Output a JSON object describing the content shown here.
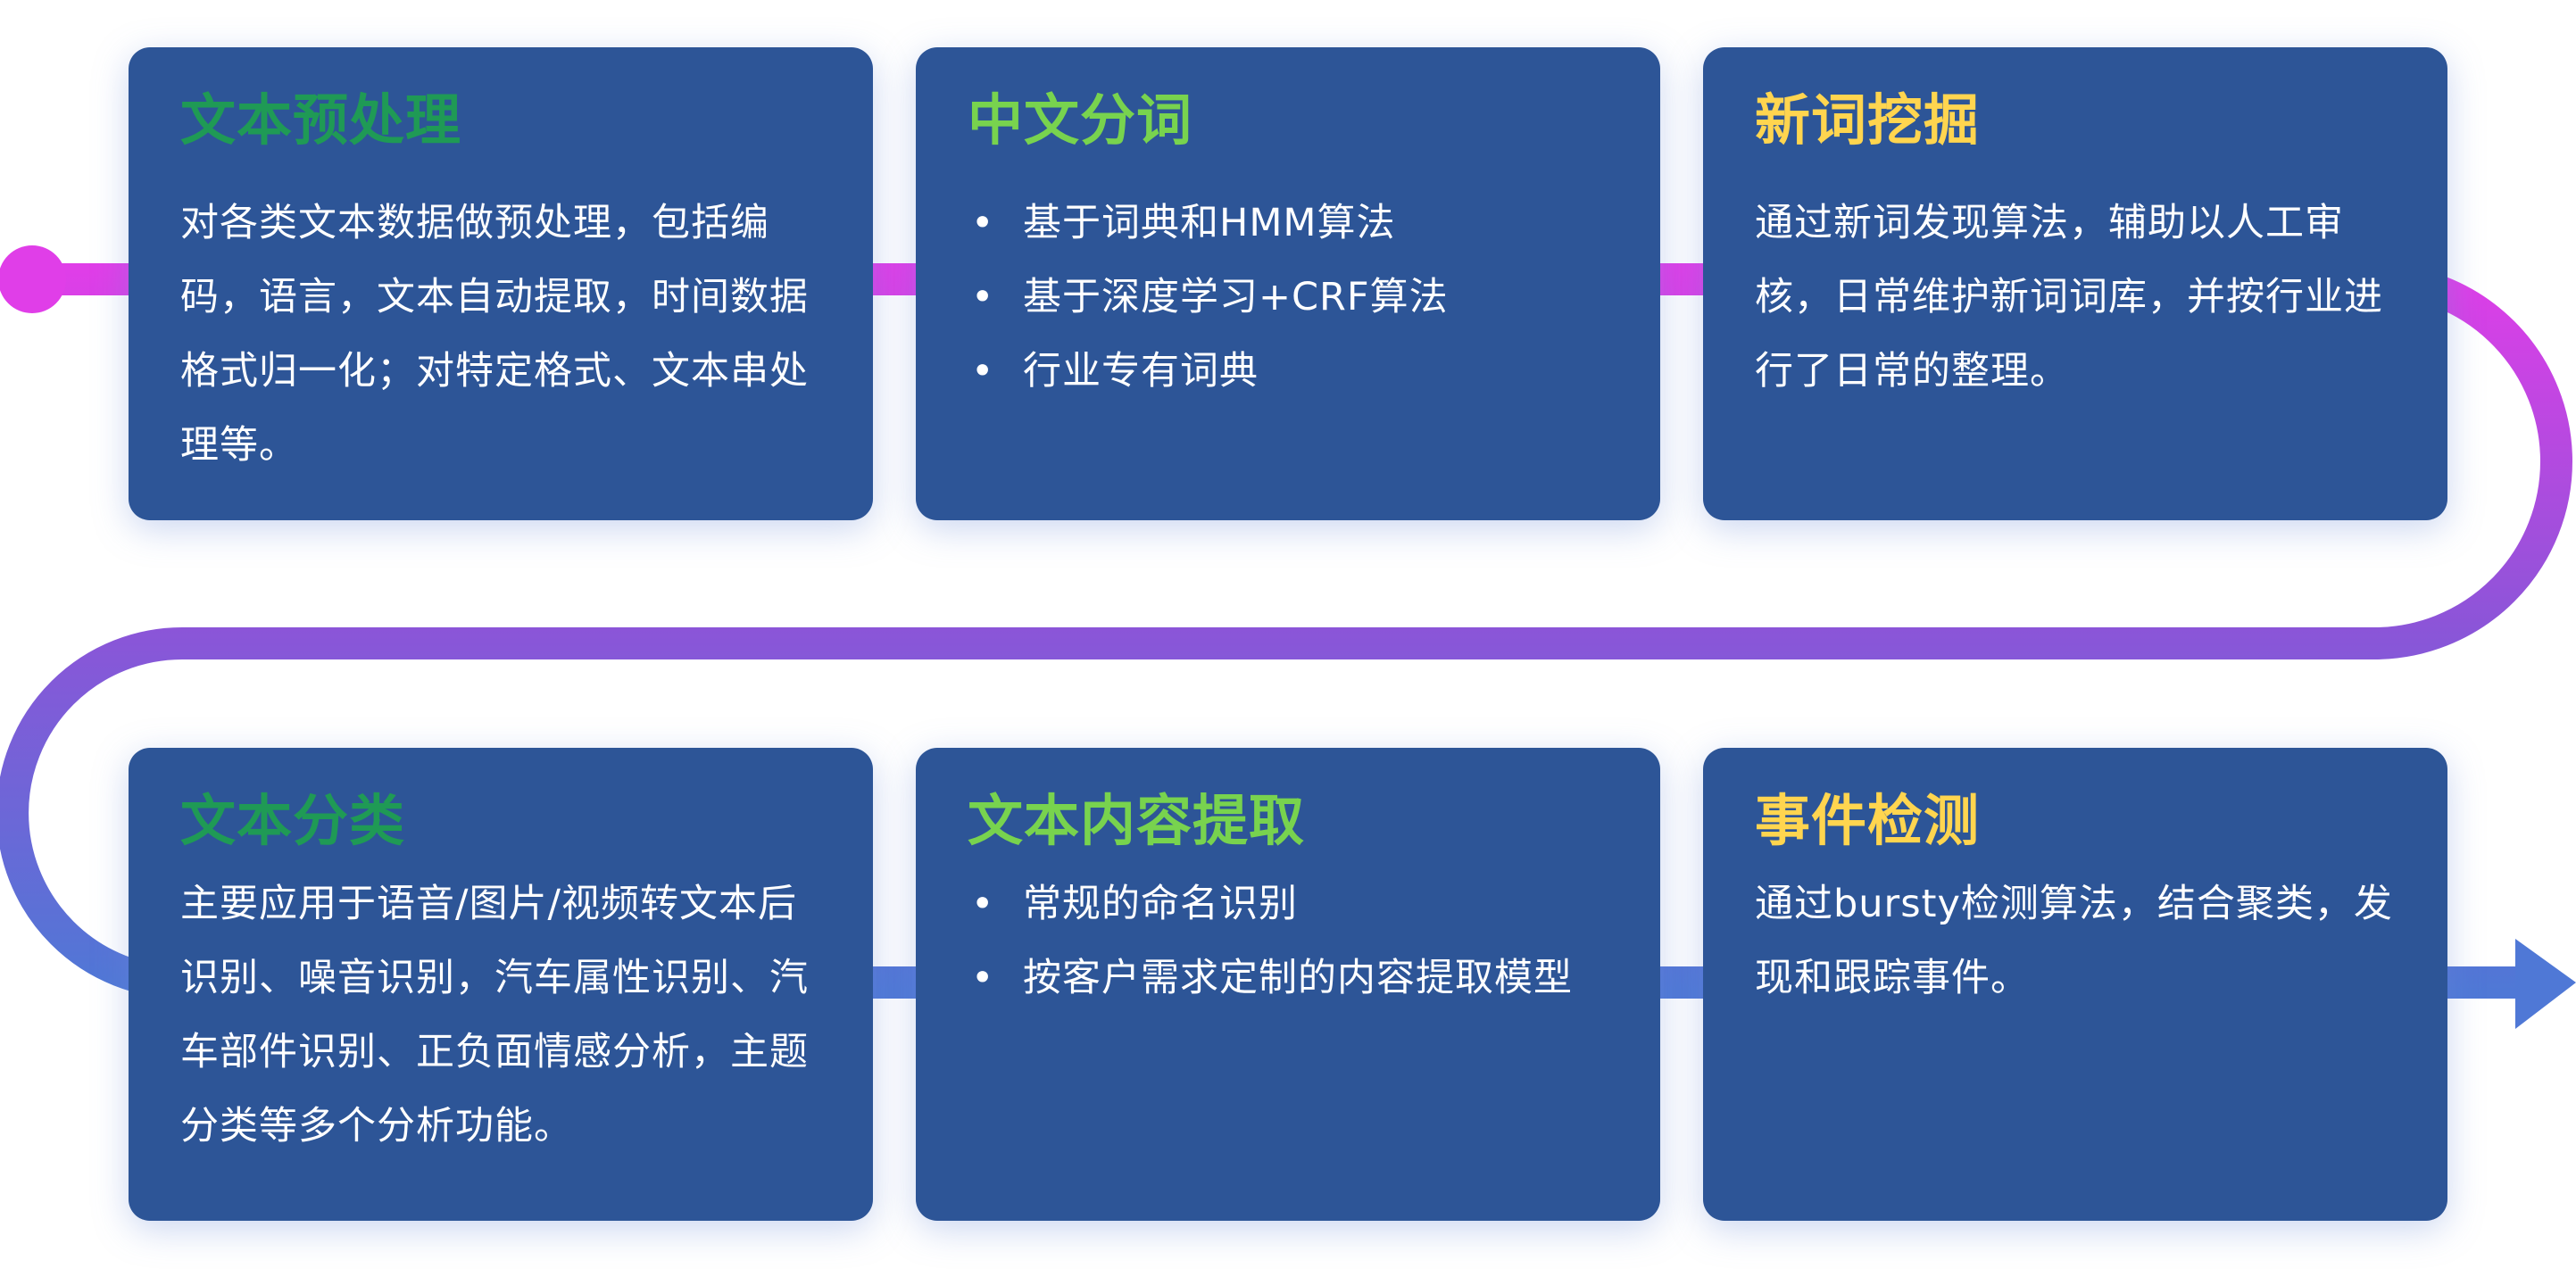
{
  "colors": {
    "card_background": "#2d5597",
    "title_dark_green": "#1f9a55",
    "title_light_green": "#78d34e",
    "title_yellow": "#ffd54f",
    "path_start": "#e03ee8",
    "path_mid": "#8b55d8",
    "path_end": "#4f78d6"
  },
  "cards": [
    {
      "title": "文本预处理",
      "title_color": "#1f9a55",
      "type": "paragraph",
      "body": "对各类文本数据做预处理，包括编码，语言，文本自动提取，时间数据格式归一化；对特定格式、文本串处理等。"
    },
    {
      "title": "中文分词",
      "title_color": "#78d34e",
      "type": "list",
      "bullet": "•",
      "items": [
        "基于词典和HMM算法",
        "基于深度学习+CRF算法",
        "行业专有词典"
      ]
    },
    {
      "title": "新词挖掘",
      "title_color": "#ffd54f",
      "type": "paragraph",
      "body": "通过新词发现算法，辅助以人工审核，日常维护新词词库，并按行业进行了日常的整理。"
    },
    {
      "title": "文本分类",
      "title_color": "#1f9a55",
      "type": "paragraph",
      "body": "主要应用于语音/图片/视频转文本后识别、噪音识别，汽车属性识别、汽车部件识别、正负面情感分析，主题分类等多个分析功能。"
    },
    {
      "title": "文本内容提取",
      "title_color": "#78d34e",
      "type": "list",
      "bullet": "•",
      "items": [
        "常规的命名识别",
        "按客户需求定制的内容提取模型"
      ]
    },
    {
      "title": "事件检测",
      "title_color": "#ffd54f",
      "type": "paragraph",
      "body": "通过bursty检测算法，结合聚类，发现和跟踪事件。"
    }
  ]
}
